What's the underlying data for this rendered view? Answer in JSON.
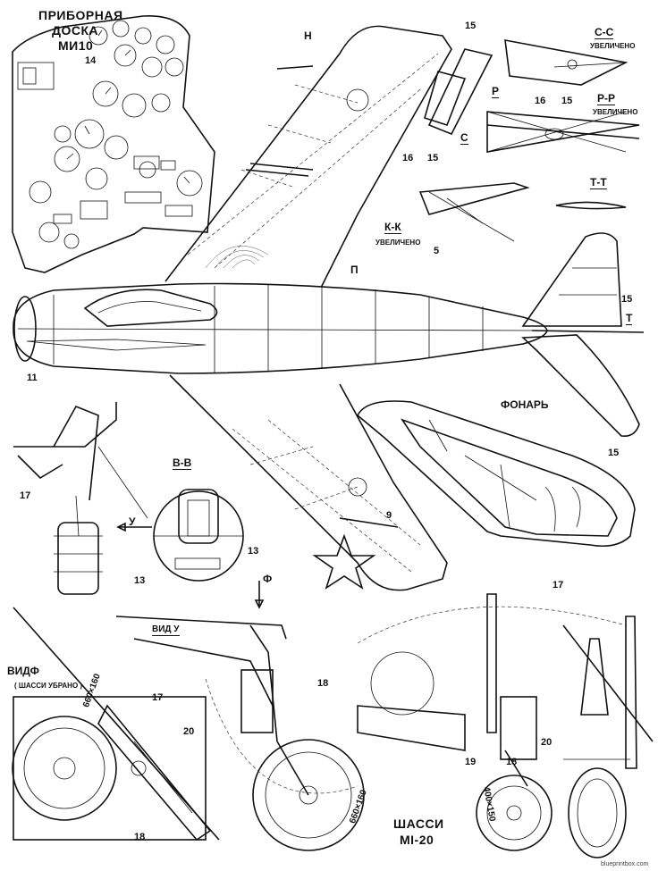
{
  "panel": {
    "title": "ПРИБОРНАЯ",
    "title2": "ДОСКА",
    "title3": "МИ10"
  },
  "views": {
    "n": "Н",
    "p": "П",
    "r": "Р",
    "s": "С",
    "t": "Т",
    "cc": "С-С",
    "cc_note": "УВЕЛИЧЕНО",
    "rr": "Р-Р",
    "rr_note": "УВЕЛИЧЕНО",
    "tt": "Т-Т",
    "kk": "К-К",
    "kk_note": "УВЕЛИЧЕНО",
    "bb": "В-В",
    "canopy": "ФОНАРЬ",
    "view_u": "ВИД У",
    "view_f": "ВИДФ",
    "view_f_note": "( ШАССИ УБРАНО )",
    "arrow_u": "У",
    "arrow_f": "Ф",
    "gear": "ШАССИ",
    "gear2": "МI-20",
    "tire1": "660×160",
    "tire2": "660×160",
    "tire3": "400×150"
  },
  "callouts": {
    "c14": "14",
    "c15a": "15",
    "c15b": "15",
    "c15c": "15",
    "c15d": "15",
    "c15e": "15",
    "c16a": "16",
    "c16b": "16",
    "c5": "5",
    "c11": "11",
    "c9": "9",
    "c13a": "13",
    "c13b": "13",
    "c17a": "17",
    "c17b": "17",
    "c17c": "17",
    "c18a": "18",
    "c18b": "18",
    "c18c": "18",
    "c19": "19",
    "c20a": "20",
    "c20b": "20"
  },
  "credit": "blueprintbox.com"
}
